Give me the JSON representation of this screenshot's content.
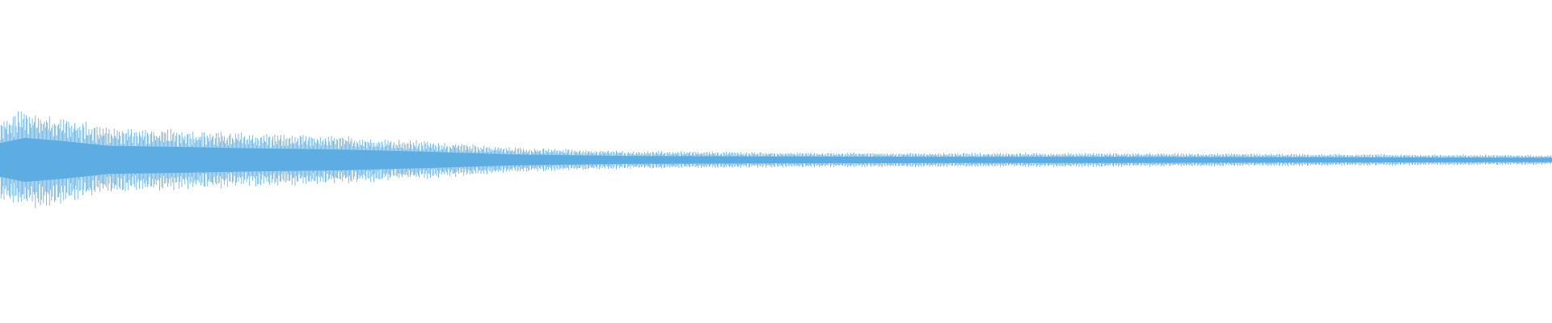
{
  "waveform": {
    "color": "#5dade2",
    "background": "#ffffff",
    "envelope": [
      {
        "position": 0.0,
        "peak": 0.55
      },
      {
        "position": 0.016,
        "peak": 0.72
      },
      {
        "position": 0.04,
        "peak": 0.62
      },
      {
        "position": 0.07,
        "peak": 0.46
      },
      {
        "position": 0.12,
        "peak": 0.42
      },
      {
        "position": 0.16,
        "peak": 0.38
      },
      {
        "position": 0.22,
        "peak": 0.34
      },
      {
        "position": 0.28,
        "peak": 0.26
      },
      {
        "position": 0.33,
        "peak": 0.18
      },
      {
        "position": 0.4,
        "peak": 0.13
      },
      {
        "position": 0.5,
        "peak": 0.11
      },
      {
        "position": 0.6,
        "peak": 0.1
      },
      {
        "position": 0.7,
        "peak": 0.1
      },
      {
        "position": 0.8,
        "peak": 0.09
      },
      {
        "position": 0.9,
        "peak": 0.08
      },
      {
        "position": 1.0,
        "peak": 0.07
      }
    ]
  }
}
